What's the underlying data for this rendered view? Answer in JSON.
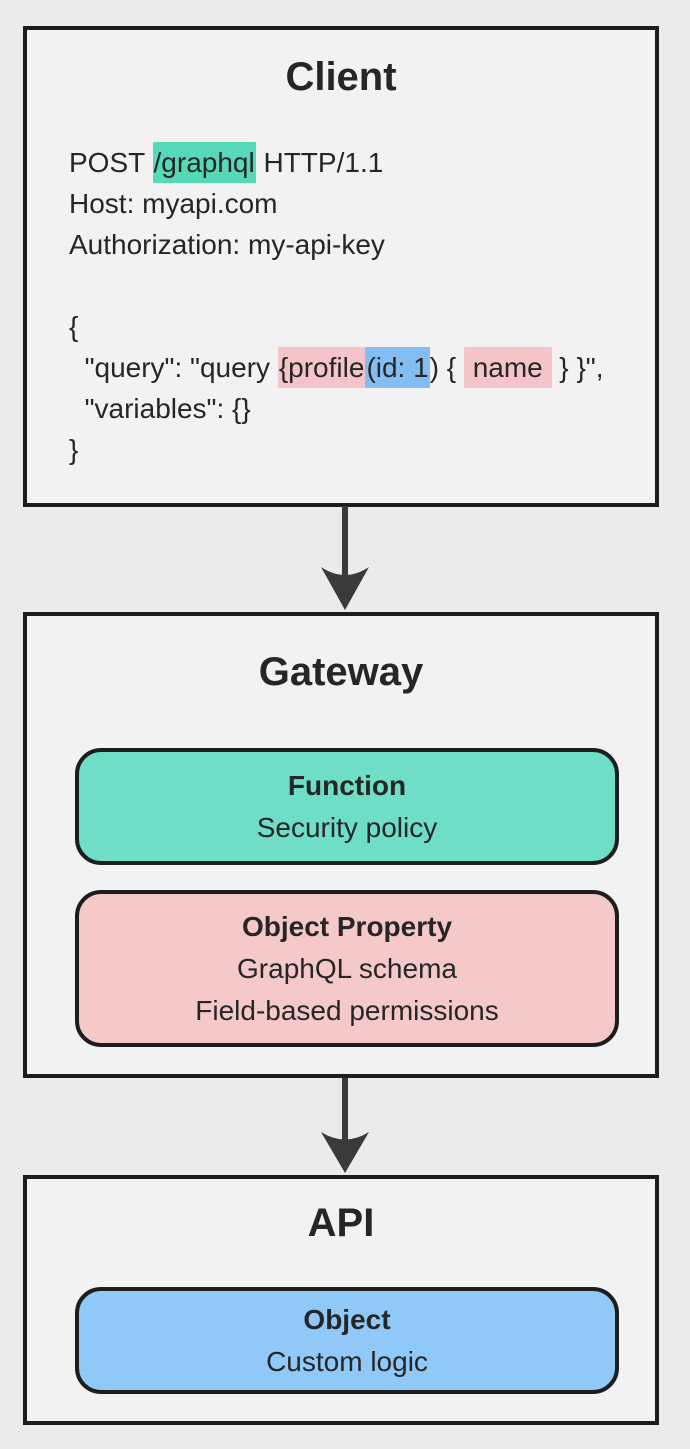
{
  "canvas": {
    "bg": "#ebebeb",
    "box_fill": "#f2f2f2",
    "border": "#1d1d1d",
    "text": "#262626",
    "arrow": "#3a3a3a"
  },
  "highlights": {
    "teal": "#57d9b9",
    "pink": "#f5c4c8",
    "blue": "#84bdf2"
  },
  "client": {
    "title": "Client",
    "request_lines": [
      {
        "segments": [
          {
            "t": "POST ",
            "h": null
          },
          {
            "t": "/graphql",
            "h": "teal"
          },
          {
            "t": " HTTP/1.1",
            "h": null
          }
        ]
      },
      {
        "segments": [
          {
            "t": "Host: myapi.com",
            "h": null
          }
        ]
      },
      {
        "segments": [
          {
            "t": "Authorization: my-api-key",
            "h": null
          }
        ]
      },
      {
        "segments": []
      },
      {
        "segments": [
          {
            "t": "{",
            "h": null
          }
        ]
      },
      {
        "segments": [
          {
            "t": "  \"query\": \"query ",
            "h": null
          },
          {
            "t": "{profile",
            "h": "pink"
          },
          {
            "t": "(id: 1",
            "h": "blue"
          },
          {
            "t": ") { ",
            "h": null
          },
          {
            "t": " name ",
            "h": "pink"
          },
          {
            "t": " } }\",",
            "h": null
          }
        ]
      },
      {
        "segments": [
          {
            "t": "  \"variables\": {}",
            "h": null
          }
        ]
      },
      {
        "segments": [
          {
            "t": "}",
            "h": null
          }
        ]
      }
    ]
  },
  "gateway": {
    "title": "Gateway",
    "cards": [
      {
        "heading": "Function",
        "lines": [
          "Security policy"
        ],
        "fill": "#6fdec6"
      },
      {
        "heading": "Object Property",
        "lines": [
          "GraphQL schema",
          "Field-based permissions"
        ],
        "fill": "#f5c9c9"
      }
    ]
  },
  "api": {
    "title": "API",
    "cards": [
      {
        "heading": "Object",
        "lines": [
          "Custom logic"
        ],
        "fill": "#90c8f8"
      }
    ]
  }
}
